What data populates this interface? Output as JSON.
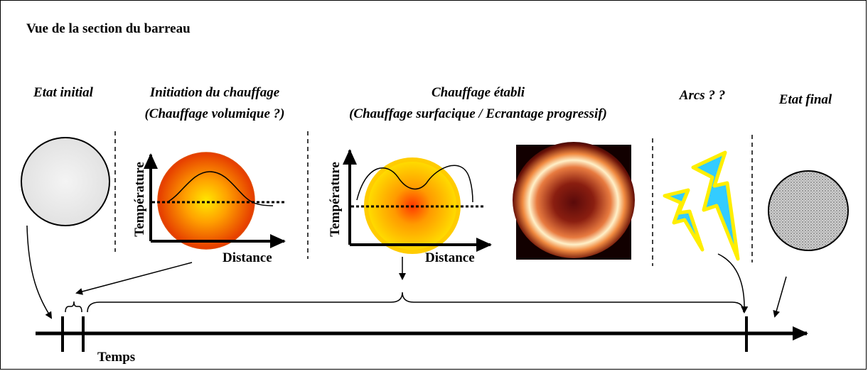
{
  "title": "Vue de la section du barreau",
  "stages": {
    "initial": "Etat initial",
    "initiation_line1": "Initiation du chauffage",
    "initiation_line2": "(Chauffage volumique ?)",
    "etabli_line1": "Chauffage établi",
    "etabli_line2": "(Chauffage surfacique / Ecrantage progressif)",
    "arcs": "Arcs ? ?",
    "final": "Etat final"
  },
  "plots": {
    "ylabel": "Température",
    "xlabel": "Distance"
  },
  "timeline": {
    "label": "Temps"
  },
  "colors": {
    "arrow": "#000000",
    "hot_center": "#ff2a00",
    "hot_edge": "#ffd000",
    "lightning_fill": "#33ccff",
    "lightning_border": "#ffee00"
  }
}
